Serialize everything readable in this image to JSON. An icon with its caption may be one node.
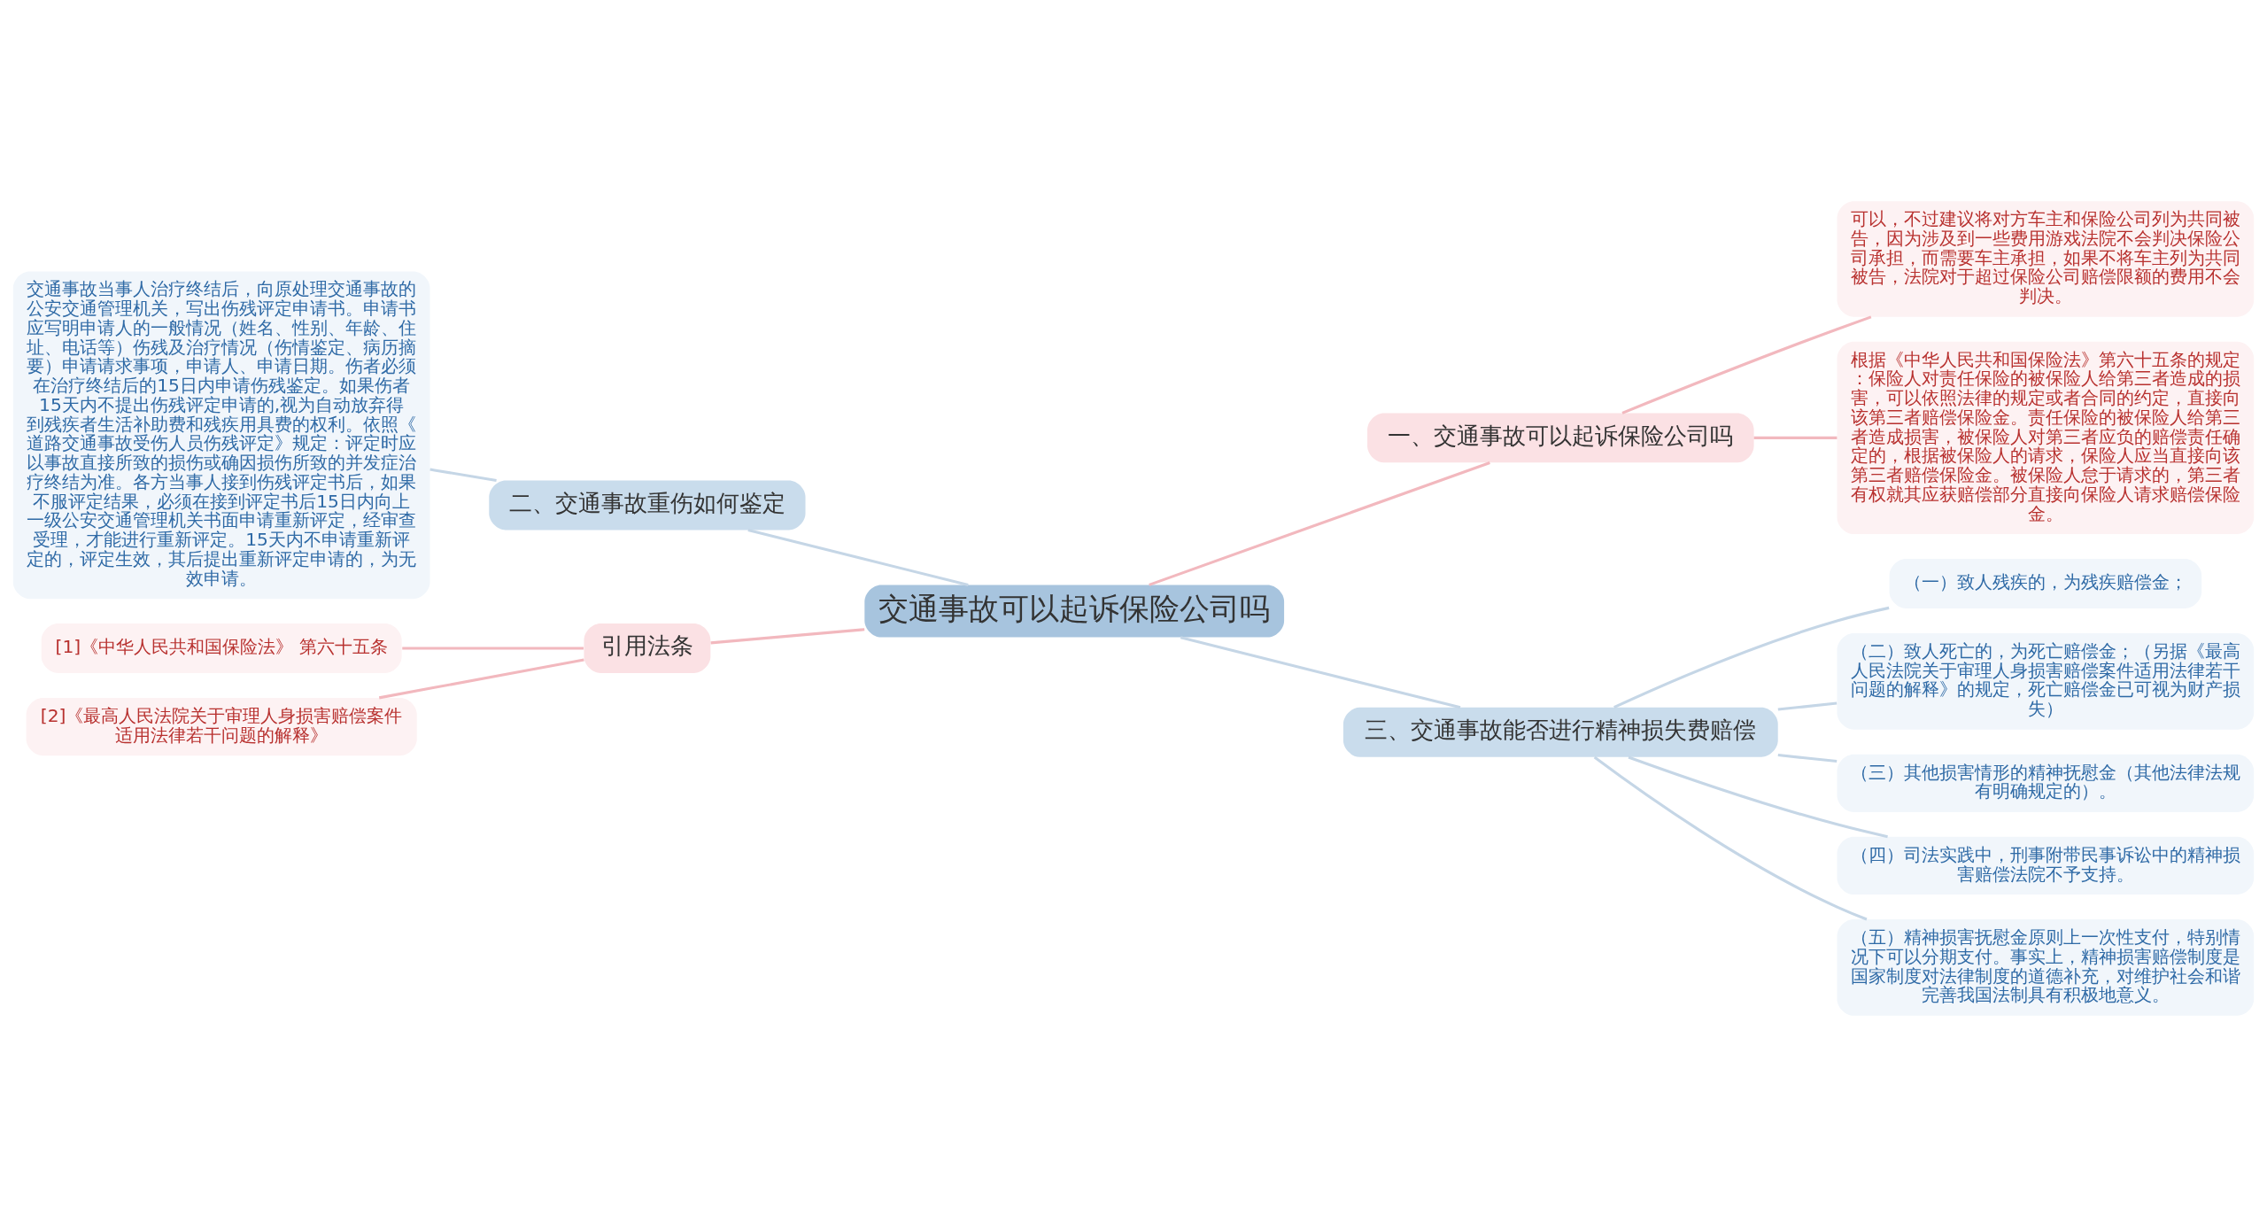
{
  "diagram": {
    "nodes": [
      {
        "text": [
          "交通事故可以起诉保险公司吗"
        ]
      },
      {
        "text": [
          "一、交通事故可以起诉保险公司吗"
        ]
      },
      {
        "text": [
          "可以，不过建议将对方车主和保险公司列为共同被告，因为涉及到一些费用游戏法院不会判决保险公司承担，而需要车主承担，如果不将车主列为共同被告，法院对于超过保险公司赔偿限额的费用不会判决。"
        ]
      },
      {
        "text": [
          "根据《中华人民共和国保险法》第六十五条的规定：保险人对责任保险的被保险人给第三者造成的损害，可以依照法律的规定或者合同的约定，直接向该第三者赔偿保险金。责任保险的被保险人给第三者造成损害，被保险人对第三者应负的赔偿责任确定的，根据被保险人的请求，保险人应当直接向该第三者赔偿保险金。被保险人怠于请求的，第三者有权就其应获赔偿部分直接向保险人请求赔偿保险金。"
        ]
      },
      {
        "text": [
          "二、交通事故重伤如何鉴定"
        ]
      },
      {
        "text": [
          "交通事故当事人治疗终结后，向原处理交通事故的公安交通管理机关，写出伤残评定申请书。申请书应写明申请人的一般情况（姓名、性别、年龄、住址、电话等）伤残及治疗情况（伤情鉴定、病历摘要）申请请求事项，申请人、申请日期。伤者必须在治疗终结后的15日内申请伤残鉴定。如果伤者15天内不提出伤残评定申请的,视为自动放弃得到残疾者生活补助费和残疾用具费的权利。依照《道路交通事故受伤人员伤残评定》规定：评定时应以事故直接所致的损伤或确因损伤所致的并发症治疗终结为准。各方当事人接到伤残评定书后，如果不服评定结果，必须在接到评定书后15日内向上一级公安交通管理机关书面申请重新评定，经审查受理，才能进行重新评定。15天内不申请重新评定的，评定生效，其后提出重新评定申请的，为无效申请。"
        ]
      },
      {
        "text": [
          "三、交通事故能否进行精神损失费赔偿"
        ]
      },
      {
        "text": [
          "（一）致人残疾的，为残疾赔偿金；"
        ]
      },
      {
        "text": [
          "（二）致人死亡的，为死亡赔偿金；（另据《最高人民法院关于审理人身损害赔偿案件适用法律若干问题的解释》的规定，死亡赔偿金已可视为财产损失）"
        ]
      },
      {
        "text": [
          "（三）其他损害情形的精神抚慰金（其他法律法规有明确规定的）。"
        ]
      },
      {
        "text": [
          "（四）司法实践中，刑事附带民事诉讼中的精神损害赔偿法院不予支持。"
        ]
      },
      {
        "text": [
          "（五）精神损害抚慰金原则上一次性支付，特别情况下可以分期支付。事实上，精神损害赔偿制度是国家制度对法律制度的道德补充，对维护社会和谐完善我国法制具有积极地意义。"
        ]
      },
      {
        "text": [
          "引用法条"
        ]
      },
      {
        "text": [
          "[1]《中华人民共和国保险法》 第六十五条"
        ]
      },
      {
        "text": [
          "[2]《最高人民法院关于审理人身损害赔偿案件适用法律若干问题的解释》"
        ]
      }
    ],
    "edges": [
      {
        "from": 0,
        "to": 1,
        "arrow": "none",
        "color": "#f2b8be"
      },
      {
        "from": 1,
        "to": 2,
        "arrow": "none",
        "color": "#f2b8be"
      },
      {
        "from": 1,
        "to": 3,
        "arrow": "none",
        "color": "#f2b8be"
      },
      {
        "from": 4,
        "to": 0,
        "arrow": "none"
      },
      {
        "from": 5,
        "to": 4,
        "arrow": "none"
      },
      {
        "from": 0,
        "to": 6,
        "arrow": "none"
      },
      {
        "from": 6,
        "to": 7,
        "arrow": "none"
      },
      {
        "from": 6,
        "to": 8,
        "arrow": "none"
      },
      {
        "from": 6,
        "to": 9,
        "arrow": "none"
      },
      {
        "from": 6,
        "to": 10,
        "arrow": "none"
      },
      {
        "from": 6,
        "to": 11,
        "arrow": "none"
      },
      {
        "from": 12,
        "to": 0,
        "arrow": "none",
        "color": "#f2b8be"
      },
      {
        "from": 13,
        "to": 12,
        "arrow": "none",
        "color": "#f2b8be"
      },
      {
        "from": 14,
        "to": 12,
        "arrow": "none",
        "color": "#f2b8be"
      }
    ]
  }
}
